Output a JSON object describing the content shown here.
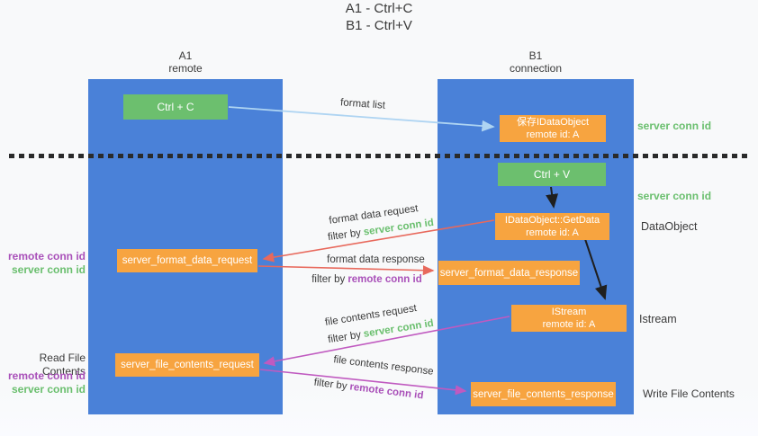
{
  "title": {
    "line1": "A1 - Ctrl+C",
    "line2": "B1 - Ctrl+V"
  },
  "columns": {
    "a": {
      "label": "A1",
      "sublabel": "remote"
    },
    "b": {
      "label": "B1",
      "sublabel": "connection"
    }
  },
  "boxes": {
    "ctrl_c": {
      "label": "Ctrl + C"
    },
    "ctrl_v": {
      "label": "Ctrl + V"
    },
    "save_idataobject": {
      "line1": "保存IDataObject",
      "line2": "remote id: A"
    },
    "getdata": {
      "line1": "IDataObject::GetData",
      "line2": "remote id: A"
    },
    "istream": {
      "line1": "IStream",
      "line2": "remote id: A"
    },
    "server_format_data_request": {
      "label": "server_format_data_request"
    },
    "server_format_data_response": {
      "label": "server_format_data_response"
    },
    "server_file_contents_request": {
      "label": "server_file_contents_request"
    },
    "server_file_contents_response": {
      "label": "server_file_contents_response"
    }
  },
  "flow_labels": {
    "format_list": "format list",
    "format_data_request": "format data request",
    "format_data_response": "format data response",
    "file_contents_request": "file contents request",
    "file_contents_response": "file contents response",
    "filter_by": "filter by",
    "server_conn_id": "server conn id",
    "remote_conn_id": "remote conn id"
  },
  "side_labels": {
    "read_file_contents": "Read File Contents",
    "write_file_contents": "Write File Contents",
    "dataobject": "DataObject",
    "istream": "Istream",
    "server_conn_id": "server conn id",
    "remote_conn_id": "remote conn id"
  },
  "colors": {
    "column_blue": "#4a81d8",
    "box_green": "#6cbf6e",
    "box_orange": "#f7a440",
    "green_text": "#6abf6e",
    "purple_text": "#a950b9",
    "arrow_blue": "#aed4f2",
    "arrow_red": "#e8695c",
    "arrow_magenta": "#c05ac0",
    "arrow_black": "#1f1f1f"
  }
}
